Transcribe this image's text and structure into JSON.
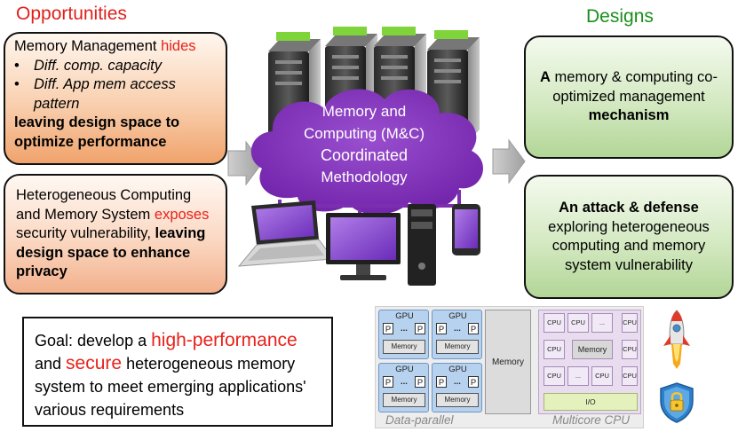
{
  "headers": {
    "opportunities": "Opportunities",
    "designs": "Designs"
  },
  "opportunity1": {
    "line1_prefix": "Memory Management ",
    "line1_highlight": "hides",
    "bullets": [
      "Diff. comp. capacity",
      "Diff. App mem access pattern"
    ],
    "bold_tail": "leaving design space to optimize performance"
  },
  "opportunity2": {
    "p1": "Heterogeneous Computing and Memory System ",
    "highlight": "exposes",
    "p2": " security vulnerability, ",
    "bold_tail": "leaving design space to enhance privacy"
  },
  "design1": {
    "bold1": "A",
    "text": " memory & computing co-optimized management ",
    "bold2": "mechanism"
  },
  "design2": {
    "bold": "An attack & defense",
    "text": " exploring heterogeneous computing and memory system vulnerability"
  },
  "cloud": {
    "line1": "Memory and",
    "line2": "Computing (M&C)",
    "line3": "Coordinated",
    "line4": "Methodology"
  },
  "goal": {
    "p1": "Goal: develop a ",
    "h1": "high-performance",
    "p2": " and ",
    "h2": "secure",
    "p3": " heterogeneous memory system to meet emerging applications' various requirements"
  },
  "hardware": {
    "gpu_label": "GPU",
    "p_label": "P",
    "ellipsis": "...",
    "memory_label": "Memory",
    "cpu_label": "CPU",
    "io_label": "I/O",
    "data_parallel": "Data-parallel",
    "multicore": "Multicore CPU"
  },
  "icons": [
    "rocket-icon",
    "shield-lock-icon",
    "server-icon",
    "laptop-icon",
    "monitor-icon",
    "tower-pc-icon",
    "smartphone-icon"
  ],
  "colors": {
    "red": "#e8221b",
    "green_title": "#1a8f1a",
    "cloud": "#7b2fb0",
    "gpu_block": "#b7d2ee",
    "cpu_block": "#dcc8e8",
    "io_block": "#e4f1bd"
  }
}
